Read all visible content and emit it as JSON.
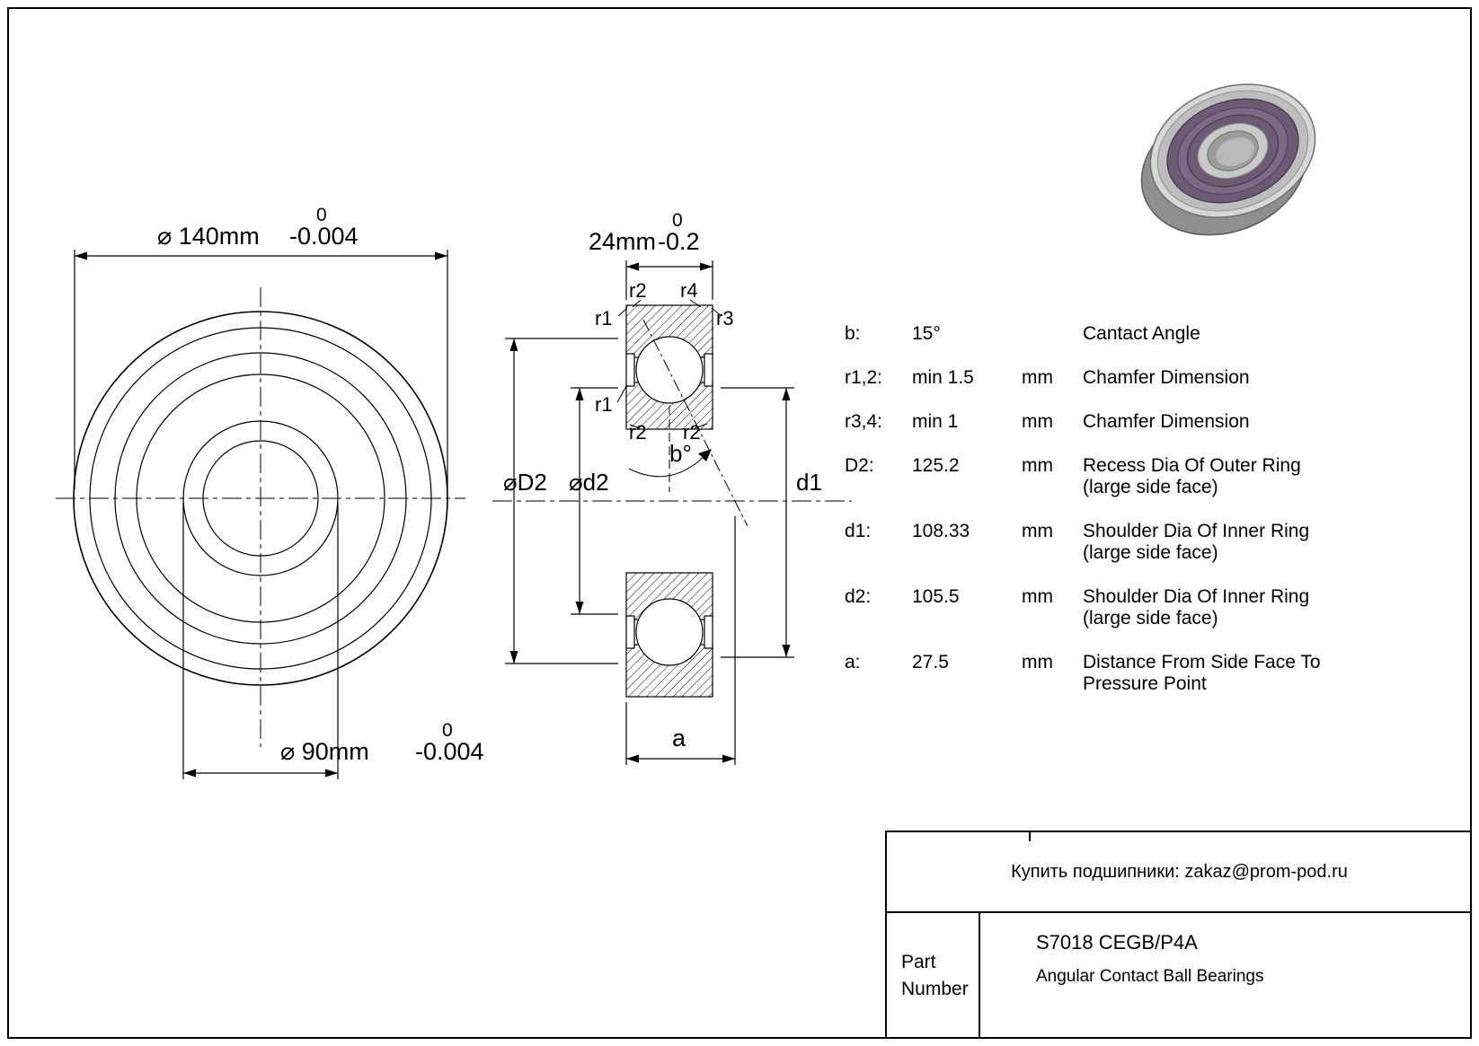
{
  "drawing": {
    "front_view": {
      "od_dim": {
        "main": "⌀ 140mm",
        "tol_upper": "0",
        "tol_lower": "-0.004"
      },
      "bore_dim": {
        "main": "⌀ 90mm",
        "tol_upper": "0",
        "tol_lower": "-0.004"
      }
    },
    "section_view": {
      "width_dim": {
        "main": "24mm",
        "tol_upper": "0",
        "tol_lower": "-0.2"
      },
      "labels": {
        "r2_top_left": "r2",
        "r4_top_right": "r4",
        "r1_upper_left": "r1",
        "r3_upper_right": "r3",
        "r1_mid_left": "r1",
        "r2_lower_left": "r2",
        "r2_lower_right": "r2",
        "recess_outer": "⌀D2",
        "shoulder_inner_small": "⌀d2",
        "shoulder_inner_large": "d1",
        "contact_angle": "b°",
        "pressure_distance": "a"
      }
    }
  },
  "specs": {
    "rows": [
      {
        "key": "b:",
        "value": "15°",
        "unit": "",
        "desc1": "Cantact Angle",
        "desc2": ""
      },
      {
        "key": "r1,2:",
        "value": "min 1.5",
        "unit": "mm",
        "desc1": "Chamfer Dimension",
        "desc2": ""
      },
      {
        "key": "r3,4:",
        "value": "min 1",
        "unit": "mm",
        "desc1": "Chamfer Dimension",
        "desc2": ""
      },
      {
        "key": "D2:",
        "value": "125.2",
        "unit": "mm",
        "desc1": "Recess Dia Of Outer Ring",
        "desc2": "(large side face)"
      },
      {
        "key": "d1:",
        "value": "108.33",
        "unit": "mm",
        "desc1": "Shoulder Dia Of Inner Ring",
        "desc2": "(large side face)"
      },
      {
        "key": "d2:",
        "value": "105.5",
        "unit": "mm",
        "desc1": "Shoulder Dia Of Inner Ring",
        "desc2": "(large side face)"
      },
      {
        "key": "a:",
        "value": "27.5",
        "unit": "mm",
        "desc1": "Distance From Side Face To",
        "desc2": "Pressure Point"
      }
    ]
  },
  "title_block": {
    "contact": "Купить подшипники: zakaz@prom-pod.ru",
    "part_label_line1": "Part",
    "part_label_line2": "Number",
    "part_number": "S7018 CEGB/P4A",
    "part_type": "Angular Contact Ball Bearings"
  }
}
